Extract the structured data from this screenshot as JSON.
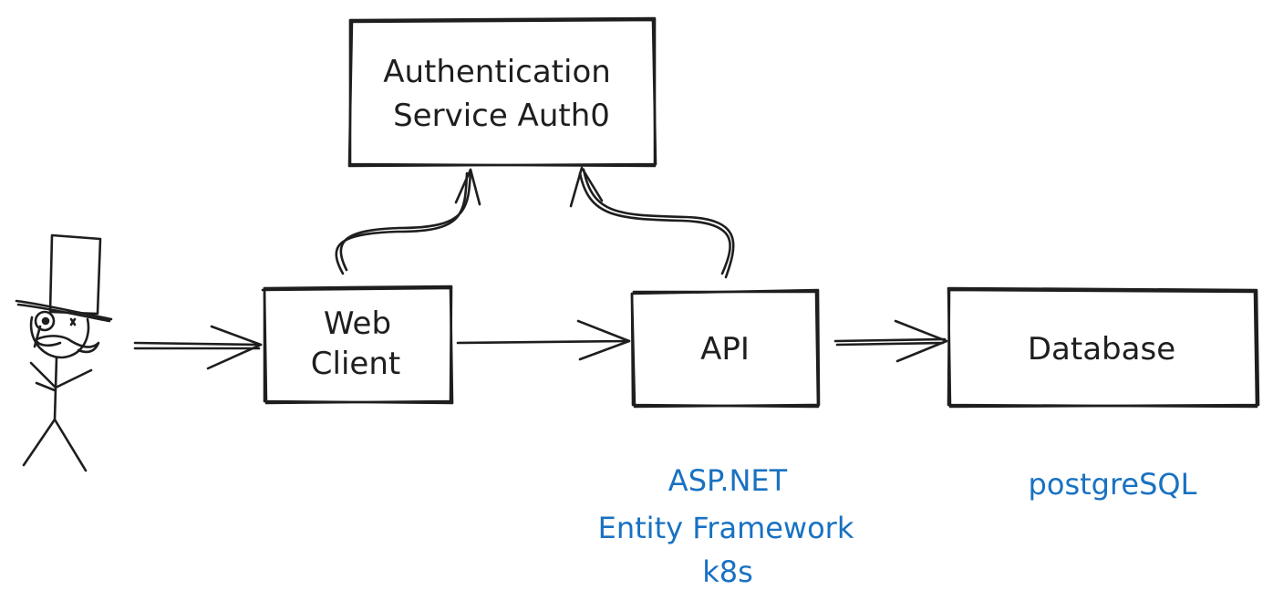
{
  "nodes": {
    "auth": {
      "line1": "Authentication",
      "line2": "Service Auth0"
    },
    "web_client": {
      "line1": "Web",
      "line2": "Client"
    },
    "api": {
      "label": "API"
    },
    "database": {
      "label": "Database"
    }
  },
  "annotations": {
    "api_tech": {
      "line1": "ASP.NET",
      "line2": "Entity Framework",
      "line3": "k8s"
    },
    "db_tech": {
      "label": "postgreSQL"
    }
  },
  "colors": {
    "ink": "#1e1e1e",
    "annotation": "#1971c2",
    "background": "#ffffff"
  },
  "icons": {
    "user": "top-hat-stick-figure"
  }
}
